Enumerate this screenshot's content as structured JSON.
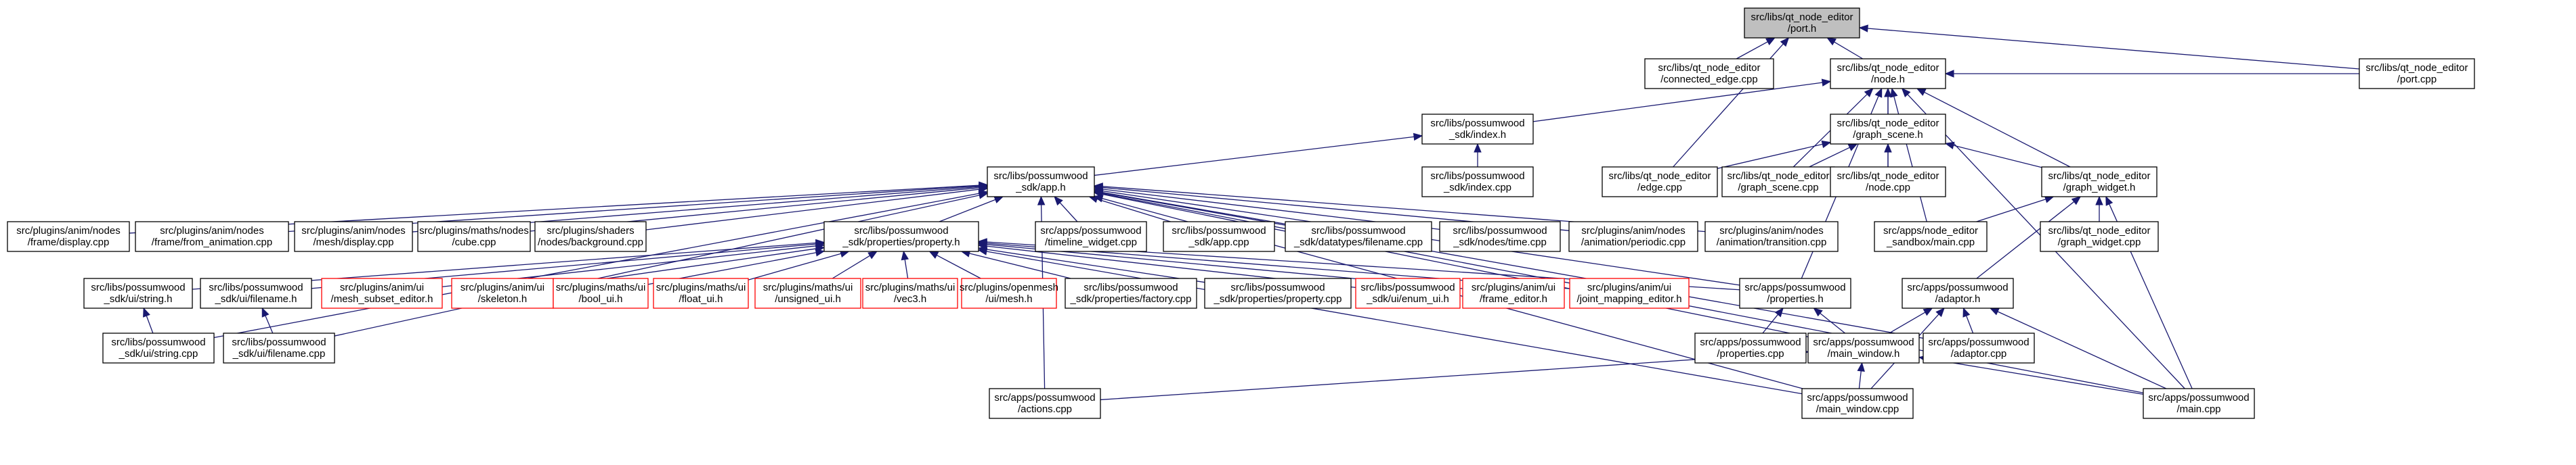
{
  "diagram": {
    "type": "include-dependency-graph",
    "colors": {
      "edge": "#191970",
      "focus_fill": "#bfbfbf",
      "missing_border": "#ff0000",
      "border": "#000000"
    },
    "nodes": [
      {
        "id": "port_h",
        "lines": [
          "src/libs/qt_node_editor",
          "/port.h"
        ],
        "style": "focus"
      },
      {
        "id": "connected_edge_cpp",
        "lines": [
          "src/libs/qt_node_editor",
          "/connected_edge.cpp"
        ],
        "style": "normal"
      },
      {
        "id": "node_h",
        "lines": [
          "src/libs/qt_node_editor",
          "/node.h"
        ],
        "style": "normal"
      },
      {
        "id": "port_cpp",
        "lines": [
          "src/libs/qt_node_editor",
          "/port.cpp"
        ],
        "style": "normal"
      },
      {
        "id": "index_h",
        "lines": [
          "src/libs/possumwood",
          "_sdk/index.h"
        ],
        "style": "normal"
      },
      {
        "id": "graph_scene_h",
        "lines": [
          "src/libs/qt_node_editor",
          "/graph_scene.h"
        ],
        "style": "normal"
      },
      {
        "id": "app_h",
        "lines": [
          "src/libs/possumwood",
          "_sdk/app.h"
        ],
        "style": "normal"
      },
      {
        "id": "index_cpp",
        "lines": [
          "src/libs/possumwood",
          "_sdk/index.cpp"
        ],
        "style": "normal"
      },
      {
        "id": "edge_cpp",
        "lines": [
          "src/libs/qt_node_editor",
          "/edge.cpp"
        ],
        "style": "normal"
      },
      {
        "id": "graph_scene_cpp",
        "lines": [
          "src/libs/qt_node_editor",
          "/graph_scene.cpp"
        ],
        "style": "normal"
      },
      {
        "id": "node_cpp",
        "lines": [
          "src/libs/qt_node_editor",
          "/node.cpp"
        ],
        "style": "normal"
      },
      {
        "id": "graph_widget_h",
        "lines": [
          "src/libs/qt_node_editor",
          "/graph_widget.h"
        ],
        "style": "normal"
      },
      {
        "id": "frame_display_cpp",
        "lines": [
          "src/plugins/anim/nodes",
          "/frame/display.cpp"
        ],
        "style": "normal"
      },
      {
        "id": "frame_from_anim_cpp",
        "lines": [
          "src/plugins/anim/nodes",
          "/frame/from_animation.cpp"
        ],
        "style": "normal"
      },
      {
        "id": "mesh_display_cpp",
        "lines": [
          "src/plugins/anim/nodes",
          "/mesh/display.cpp"
        ],
        "style": "normal"
      },
      {
        "id": "cube_cpp",
        "lines": [
          "src/plugins/maths/nodes",
          "/cube.cpp"
        ],
        "style": "normal"
      },
      {
        "id": "background_cpp",
        "lines": [
          "src/plugins/shaders",
          "/nodes/background.cpp"
        ],
        "style": "normal"
      },
      {
        "id": "property_h",
        "lines": [
          "src/libs/possumwood",
          "_sdk/properties/property.h"
        ],
        "style": "normal"
      },
      {
        "id": "timeline_widget_cpp",
        "lines": [
          "src/apps/possumwood",
          "/timeline_widget.cpp"
        ],
        "style": "normal"
      },
      {
        "id": "app_cpp",
        "lines": [
          "src/libs/possumwood",
          "_sdk/app.cpp"
        ],
        "style": "normal"
      },
      {
        "id": "filename_dt_cpp",
        "lines": [
          "src/libs/possumwood",
          "_sdk/datatypes/filename.cpp"
        ],
        "style": "normal"
      },
      {
        "id": "time_cpp",
        "lines": [
          "src/libs/possumwood",
          "_sdk/nodes/time.cpp"
        ],
        "style": "normal"
      },
      {
        "id": "periodic_cpp",
        "lines": [
          "src/plugins/anim/nodes",
          "/animation/periodic.cpp"
        ],
        "style": "normal"
      },
      {
        "id": "transition_cpp",
        "lines": [
          "src/plugins/anim/nodes",
          "/animation/transition.cpp"
        ],
        "style": "normal"
      },
      {
        "id": "sandbox_main_cpp",
        "lines": [
          "src/apps/node_editor",
          "_sandbox/main.cpp"
        ],
        "style": "normal"
      },
      {
        "id": "graph_widget_cpp",
        "lines": [
          "src/libs/qt_node_editor",
          "/graph_widget.cpp"
        ],
        "style": "normal"
      },
      {
        "id": "ui_string_h",
        "lines": [
          "src/libs/possumwood",
          "_sdk/ui/string.h"
        ],
        "style": "normal"
      },
      {
        "id": "ui_filename_h",
        "lines": [
          "src/libs/possumwood",
          "_sdk/ui/filename.h"
        ],
        "style": "normal"
      },
      {
        "id": "mesh_subset_editor_h",
        "lines": [
          "src/plugins/anim/ui",
          "/mesh_subset_editor.h"
        ],
        "style": "missing"
      },
      {
        "id": "skeleton_h",
        "lines": [
          "src/plugins/anim/ui",
          "/skeleton.h"
        ],
        "style": "missing"
      },
      {
        "id": "bool_ui_h",
        "lines": [
          "src/plugins/maths/ui",
          "/bool_ui.h"
        ],
        "style": "missing"
      },
      {
        "id": "float_ui_h",
        "lines": [
          "src/plugins/maths/ui",
          "/float_ui.h"
        ],
        "style": "missing"
      },
      {
        "id": "unsigned_ui_h",
        "lines": [
          "src/plugins/maths/ui",
          "/unsigned_ui.h"
        ],
        "style": "missing"
      },
      {
        "id": "vec3_h",
        "lines": [
          "src/plugins/maths/ui",
          "/vec3.h"
        ],
        "style": "missing"
      },
      {
        "id": "openmesh_mesh_h",
        "lines": [
          "src/plugins/openmesh",
          "/ui/mesh.h"
        ],
        "style": "missing"
      },
      {
        "id": "factory_cpp",
        "lines": [
          "src/libs/possumwood",
          "_sdk/properties/factory.cpp"
        ],
        "style": "normal"
      },
      {
        "id": "property_cpp",
        "lines": [
          "src/libs/possumwood",
          "_sdk/properties/property.cpp"
        ],
        "style": "normal"
      },
      {
        "id": "enum_ui_h",
        "lines": [
          "src/libs/possumwood",
          "_sdk/ui/enum_ui.h"
        ],
        "style": "missing"
      },
      {
        "id": "frame_editor_h",
        "lines": [
          "src/plugins/anim/ui",
          "/frame_editor.h"
        ],
        "style": "missing"
      },
      {
        "id": "joint_mapping_editor_h",
        "lines": [
          "src/plugins/anim/ui",
          "/joint_mapping_editor.h"
        ],
        "style": "missing"
      },
      {
        "id": "properties_h",
        "lines": [
          "src/apps/possumwood",
          "/properties.h"
        ],
        "style": "normal"
      },
      {
        "id": "adaptor_h",
        "lines": [
          "src/apps/possumwood",
          "/adaptor.h"
        ],
        "style": "normal"
      },
      {
        "id": "ui_string_cpp",
        "lines": [
          "src/libs/possumwood",
          "_sdk/ui/string.cpp"
        ],
        "style": "normal"
      },
      {
        "id": "ui_filename_cpp",
        "lines": [
          "src/libs/possumwood",
          "_sdk/ui/filename.cpp"
        ],
        "style": "normal"
      },
      {
        "id": "properties_cpp",
        "lines": [
          "src/apps/possumwood",
          "/properties.cpp"
        ],
        "style": "normal"
      },
      {
        "id": "main_window_h",
        "lines": [
          "src/apps/possumwood",
          "/main_window.h"
        ],
        "style": "normal"
      },
      {
        "id": "adaptor_cpp",
        "lines": [
          "src/apps/possumwood",
          "/adaptor.cpp"
        ],
        "style": "normal"
      },
      {
        "id": "actions_cpp",
        "lines": [
          "src/apps/possumwood",
          "/actions.cpp"
        ],
        "style": "normal"
      },
      {
        "id": "main_window_cpp",
        "lines": [
          "src/apps/possumwood",
          "/main_window.cpp"
        ],
        "style": "normal"
      },
      {
        "id": "main_cpp",
        "lines": [
          "src/apps/possumwood",
          "/main.cpp"
        ],
        "style": "normal"
      }
    ],
    "edges": [
      [
        "port_h",
        "connected_edge_cpp"
      ],
      [
        "port_h",
        "node_h"
      ],
      [
        "port_h",
        "port_cpp"
      ],
      [
        "port_h",
        "edge_cpp"
      ],
      [
        "node_h",
        "index_h"
      ],
      [
        "node_h",
        "graph_scene_h"
      ],
      [
        "node_h",
        "port_cpp"
      ],
      [
        "node_h",
        "node_cpp"
      ],
      [
        "node_h",
        "graph_widget_h"
      ],
      [
        "node_h",
        "graph_scene_cpp"
      ],
      [
        "node_h",
        "sandbox_main_cpp"
      ],
      [
        "node_h",
        "properties_h"
      ],
      [
        "node_h",
        "main_cpp"
      ],
      [
        "index_h",
        "app_h"
      ],
      [
        "index_h",
        "index_cpp"
      ],
      [
        "graph_scene_h",
        "edge_cpp"
      ],
      [
        "graph_scene_h",
        "graph_scene_cpp"
      ],
      [
        "graph_scene_h",
        "node_cpp"
      ],
      [
        "graph_scene_h",
        "graph_widget_h"
      ],
      [
        "graph_widget_h",
        "sandbox_main_cpp"
      ],
      [
        "graph_widget_h",
        "graph_widget_cpp"
      ],
      [
        "graph_widget_h",
        "adaptor_h"
      ],
      [
        "graph_widget_h",
        "main_cpp"
      ],
      [
        "app_h",
        "frame_display_cpp"
      ],
      [
        "app_h",
        "frame_from_anim_cpp"
      ],
      [
        "app_h",
        "mesh_display_cpp"
      ],
      [
        "app_h",
        "cube_cpp"
      ],
      [
        "app_h",
        "background_cpp"
      ],
      [
        "app_h",
        "property_h"
      ],
      [
        "app_h",
        "timeline_widget_cpp"
      ],
      [
        "app_h",
        "app_cpp"
      ],
      [
        "app_h",
        "filename_dt_cpp"
      ],
      [
        "app_h",
        "time_cpp"
      ],
      [
        "app_h",
        "periodic_cpp"
      ],
      [
        "app_h",
        "transition_cpp"
      ],
      [
        "app_h",
        "ui_string_cpp"
      ],
      [
        "app_h",
        "ui_filename_cpp"
      ],
      [
        "app_h",
        "actions_cpp"
      ],
      [
        "app_h",
        "properties_h"
      ],
      [
        "app_h",
        "main_window_h"
      ],
      [
        "app_h",
        "adaptor_cpp"
      ],
      [
        "app_h",
        "main_window_cpp"
      ],
      [
        "app_h",
        "main_cpp"
      ],
      [
        "property_h",
        "ui_string_h"
      ],
      [
        "property_h",
        "ui_filename_h"
      ],
      [
        "property_h",
        "mesh_subset_editor_h"
      ],
      [
        "property_h",
        "skeleton_h"
      ],
      [
        "property_h",
        "bool_ui_h"
      ],
      [
        "property_h",
        "float_ui_h"
      ],
      [
        "property_h",
        "unsigned_ui_h"
      ],
      [
        "property_h",
        "vec3_h"
      ],
      [
        "property_h",
        "openmesh_mesh_h"
      ],
      [
        "property_h",
        "factory_cpp"
      ],
      [
        "property_h",
        "property_cpp"
      ],
      [
        "property_h",
        "enum_ui_h"
      ],
      [
        "property_h",
        "frame_editor_h"
      ],
      [
        "property_h",
        "joint_mapping_editor_h"
      ],
      [
        "property_h",
        "properties_h"
      ],
      [
        "property_h",
        "main_window_cpp"
      ],
      [
        "ui_string_h",
        "ui_string_cpp"
      ],
      [
        "ui_filename_h",
        "ui_filename_cpp"
      ],
      [
        "properties_h",
        "properties_cpp"
      ],
      [
        "properties_h",
        "main_window_h"
      ],
      [
        "adaptor_h",
        "main_window_h"
      ],
      [
        "adaptor_h",
        "adaptor_cpp"
      ],
      [
        "adaptor_h",
        "main_window_cpp"
      ],
      [
        "adaptor_h",
        "main_cpp"
      ],
      [
        "main_window_h",
        "actions_cpp"
      ],
      [
        "main_window_h",
        "main_window_cpp"
      ],
      [
        "main_window_h",
        "main_cpp"
      ]
    ]
  }
}
